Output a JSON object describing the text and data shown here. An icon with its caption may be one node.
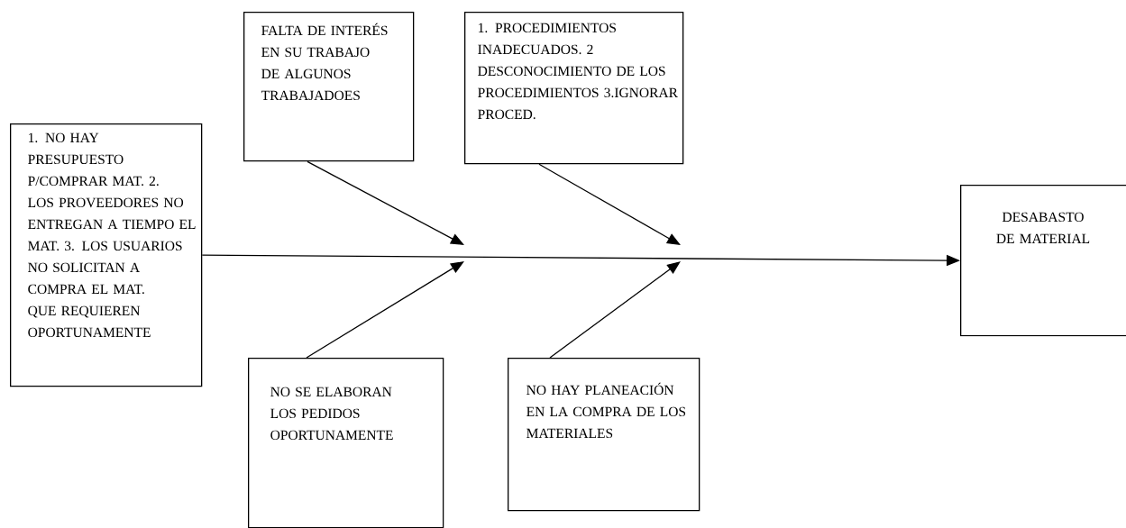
{
  "diagram": {
    "nodes": [
      {
        "text": [
          "1. NO HAY PRESUPUESTO P/COMPRAR MAT. 2. LOS PROVEEDORES NO ENTREGAN A TIEMPO EL MAT. 3. LOS USUARIOS NO SOLICITAN A COMPRA EL MAT. QUE REQUIEREN OPORTUNAMENTE"
        ]
      },
      {
        "text": [
          "FALTA DE INTERÉS EN SU TRABAJO DE ALGUNOS TRABAJADOES"
        ]
      },
      {
        "text": [
          "1. PROCEDIMIENTOS INADECUADOS. 2 DESCONOCIMIENTO DE LOS PROCEDIMIENTOS 3.IGNORAR PROCED."
        ]
      },
      {
        "text": [
          "NO SE ELABORAN LOS PEDIDOS OPORTUNAMENTE"
        ]
      },
      {
        "text": [
          "NO HAY PLANEACIÓN EN LA COMPRA DE LOS MATERIALES"
        ]
      },
      {
        "text": [
          "DESABASTO DE MATERIAL"
        ]
      }
    ],
    "edges": [
      {
        "from": 0,
        "to": 5,
        "arrow": "to"
      },
      {
        "from": 1,
        "to": null,
        "arrow": "to"
      },
      {
        "from": 2,
        "to": null,
        "arrow": "to"
      },
      {
        "from": 3,
        "to": null,
        "arrow": "to"
      },
      {
        "from": 4,
        "to": null,
        "arrow": "to"
      }
    ]
  }
}
